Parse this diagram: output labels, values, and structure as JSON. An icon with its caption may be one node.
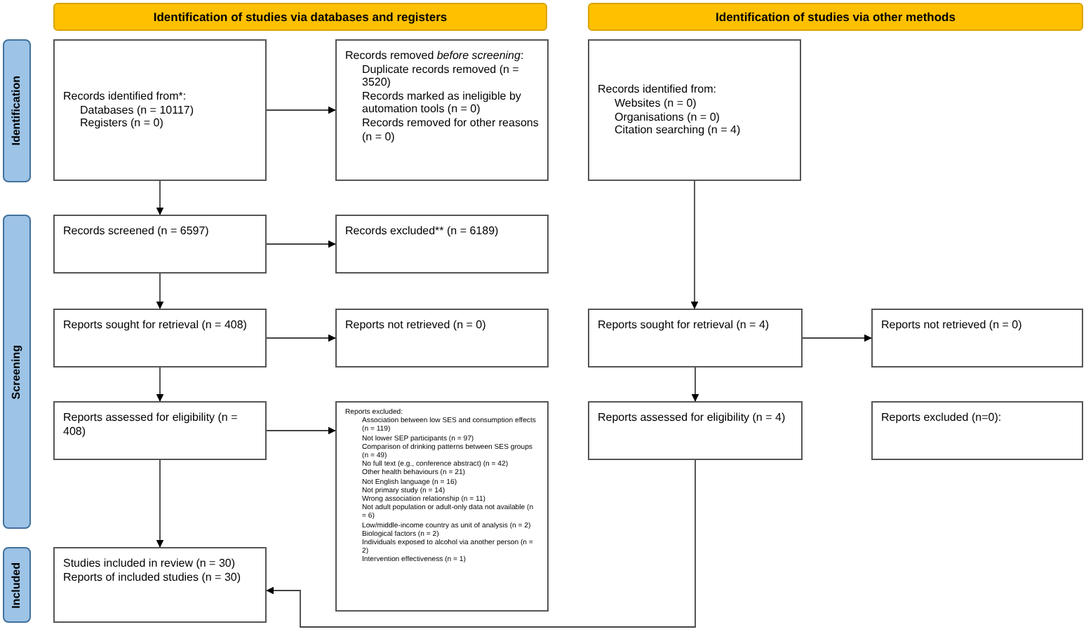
{
  "diagram": {
    "nodes": [
      {
        "text": [
          "Identification of studies via databases and registers"
        ]
      },
      {
        "text": [
          "Identification of studies via other methods"
        ]
      },
      {
        "text": [
          "Identification"
        ]
      },
      {
        "text": [
          "Screening"
        ]
      },
      {
        "text": [
          "Included"
        ]
      },
      {
        "text": [
          "Records identified from*:",
          "Databases (n = 10117)",
          "Registers (n = 0)"
        ]
      },
      {
        "text": [
          "Records removed *before screening*:",
          "Duplicate records removed (n = 3520)",
          "Records marked as ineligible by automation tools (n = 0)",
          "Records removed for other reasons (n = 0)"
        ]
      },
      {
        "text": [
          "Records identified from:",
          "Websites (n = 0)",
          "Organisations (n = 0)",
          "Citation searching (n = 4)"
        ]
      },
      {
        "text": [
          "Records screened (n = 6597)"
        ]
      },
      {
        "text": [
          "Records excluded** (n = 6189)"
        ]
      },
      {
        "text": [
          "Reports sought for retrieval (n = 408)"
        ]
      },
      {
        "text": [
          "Reports not retrieved (n = 0)"
        ]
      },
      {
        "text": [
          "Reports sought for retrieval (n = 4)"
        ]
      },
      {
        "text": [
          "Reports not retrieved (n = 0)"
        ]
      },
      {
        "text": [
          "Reports assessed for eligibility (n = 408)"
        ]
      },
      {
        "text": [
          "Reports excluded:",
          "Association between low SES and consumption effects (n = 119)",
          "Not lower SEP participants (n = 97)",
          "Comparison of drinking patterns between SES groups (n = 49)",
          "No full text (e.g., conference abstract) (n = 42)",
          "Other health behaviours (n = 21)",
          "Not English language (n = 16)",
          "Not primary study (n = 14)",
          "Wrong association relationship (n = 11)",
          "Not adult population or adult-only data not available (n = 6)",
          "Low/middle-income country as unit of analysis (n = 2)",
          "Biological factors (n = 2)",
          "Individuals exposed to alcohol via another person (n = 2)",
          "Intervention effectiveness (n = 1)"
        ]
      },
      {
        "text": [
          "Reports assessed for eligibility (n = 4)"
        ]
      },
      {
        "text": [
          "Reports excluded (n=0):"
        ]
      },
      {
        "text": [
          "Studies included in review (n = 30)",
          "Reports of included studies (n = 30)"
        ]
      }
    ],
    "edges": [
      {
        "from": 5,
        "to": 6,
        "arrow": "to"
      },
      {
        "from": 5,
        "to": 8,
        "arrow": "to"
      },
      {
        "from": 8,
        "to": 9,
        "arrow": "to"
      },
      {
        "from": 8,
        "to": 10,
        "arrow": "to"
      },
      {
        "from": 10,
        "to": 11,
        "arrow": "to"
      },
      {
        "from": 10,
        "to": 14,
        "arrow": "to"
      },
      {
        "from": 14,
        "to": 15,
        "arrow": "to"
      },
      {
        "from": 14,
        "to": 18,
        "arrow": "to"
      },
      {
        "from": 7,
        "to": 12,
        "arrow": "to"
      },
      {
        "from": 12,
        "to": 13,
        "arrow": "to"
      },
      {
        "from": 12,
        "to": 16,
        "arrow": "to"
      },
      {
        "from": 16,
        "to": 18,
        "arrow": "to"
      }
    ]
  }
}
